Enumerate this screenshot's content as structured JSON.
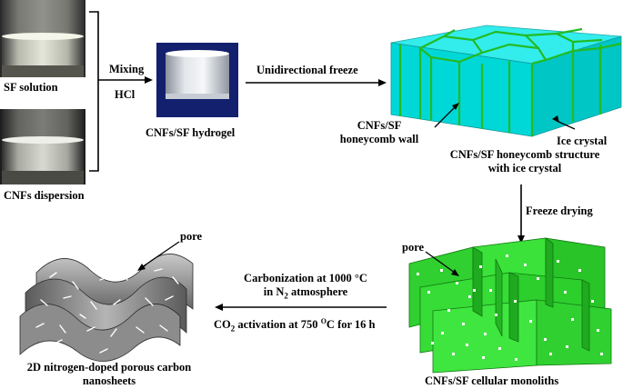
{
  "photos": {
    "sf_solution": {
      "label": "SF solution"
    },
    "cnfs_dispersion": {
      "label": "CNFs dispersion"
    },
    "hydrogel": {
      "label": "CNFs/SF hydrogel"
    }
  },
  "steps": {
    "mixing": {
      "line1": "Mixing",
      "line2": "HCl"
    },
    "unidirectional_freeze": "Unidirectional freeze",
    "freeze_drying": "Freeze drying",
    "carbonization": {
      "line1": "Carbonization at 1000 °C",
      "line2_prefix": "in N",
      "line2_sub": "2",
      "line2_suffix": " atmosphere",
      "line3_prefix": "CO",
      "line3_sub": "2",
      "line3_mid": " activation at 750 ",
      "line3_sup": "O",
      "line3_suffix": "C for 16 h"
    }
  },
  "honeycomb": {
    "wall_label_line1": "CNFs/SF",
    "wall_label_line2": "honeycomb wall",
    "ice_crystal_label": "Ice crystal",
    "title_line1": "CNFs/SF honeycomb structure",
    "title_line2": "with ice crystal"
  },
  "monolith": {
    "pore_label": "pore",
    "title": "CNFs/SF cellular monoliths"
  },
  "carbon": {
    "pore_label": "pore",
    "title_line1": "2D nitrogen-doped porous carbon",
    "title_line2": "nanosheets"
  },
  "colors": {
    "cyan_block": "#00e5e5",
    "green_wall": "#22bb22",
    "monolith_green": "#33dd33",
    "sheet_gray": "#7a7a7a"
  }
}
